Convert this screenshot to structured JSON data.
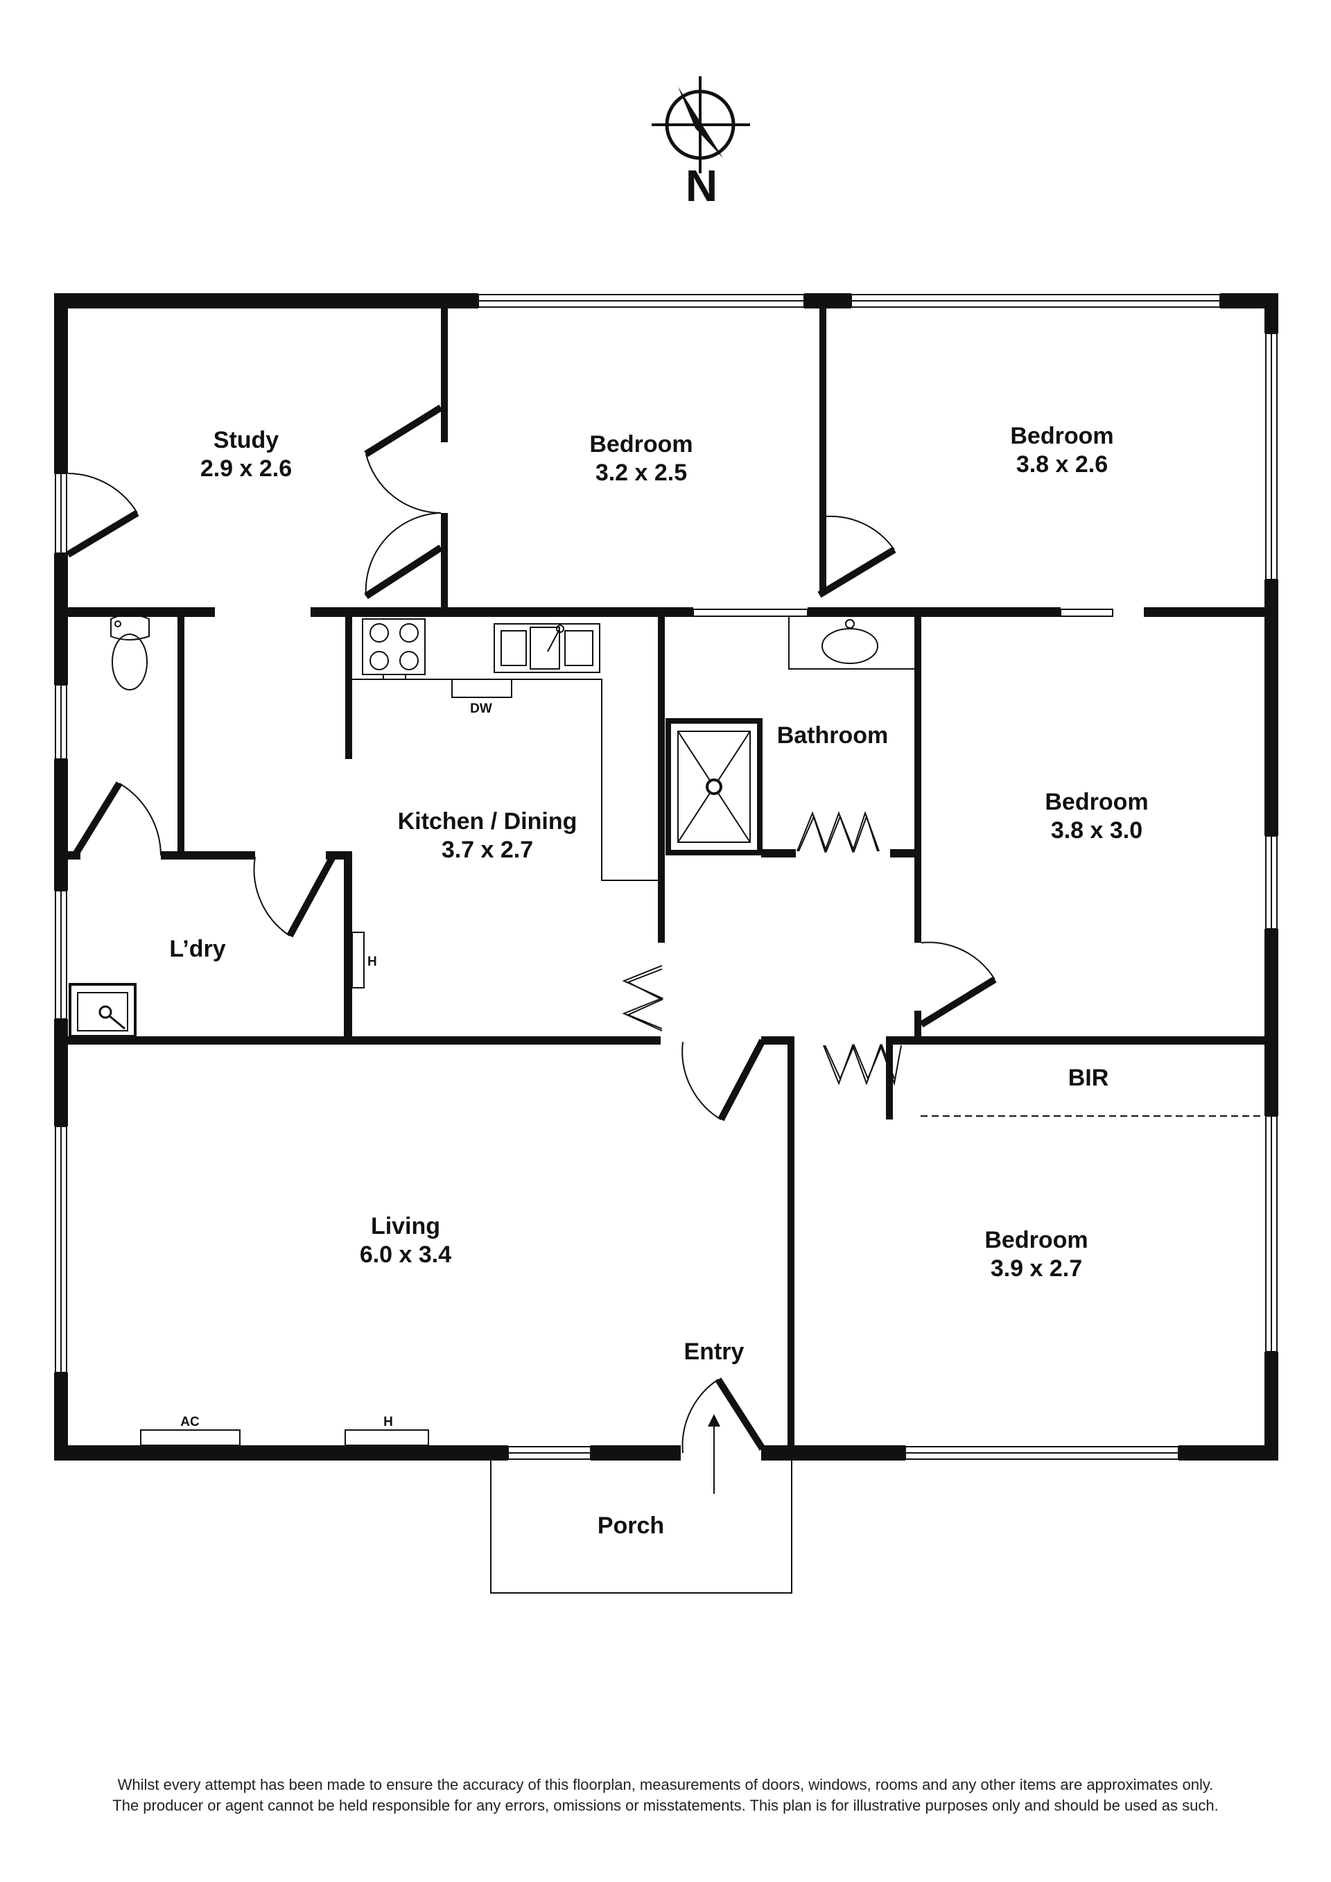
{
  "compass": {
    "label": "N"
  },
  "rooms": {
    "study": {
      "name": "Study",
      "dims": "2.9 x 2.6"
    },
    "bedroom1": {
      "name": "Bedroom",
      "dims": "3.2 x 2.5"
    },
    "bedroom2": {
      "name": "Bedroom",
      "dims": "3.8 x 2.6"
    },
    "bathroom": {
      "name": "Bathroom"
    },
    "kitchen": {
      "name": "Kitchen / Dining",
      "dims": "3.7 x 2.7"
    },
    "bedroom3": {
      "name": "Bedroom",
      "dims": "3.8 x 3.0"
    },
    "laundry": {
      "name": "L’dry"
    },
    "bir": {
      "name": "BIR"
    },
    "living": {
      "name": "Living",
      "dims": "6.0 x 3.4"
    },
    "bedroom4": {
      "name": "Bedroom",
      "dims": "3.9 x 2.7"
    },
    "entry": {
      "name": "Entry"
    },
    "porch": {
      "name": "Porch"
    }
  },
  "fixtures": {
    "dishwasher": "DW",
    "heater_kitchen": "H",
    "aircon": "AC",
    "heater_living": "H"
  },
  "disclaimer": {
    "line1": "Whilst every attempt has been made to ensure the accuracy of this floorplan, measurements of doors, windows, rooms and any other items are approximates only.",
    "line2": "The producer or agent cannot be held responsible for any errors, omissions or misstatements. This plan is for illustrative purposes only and should be used as such."
  }
}
